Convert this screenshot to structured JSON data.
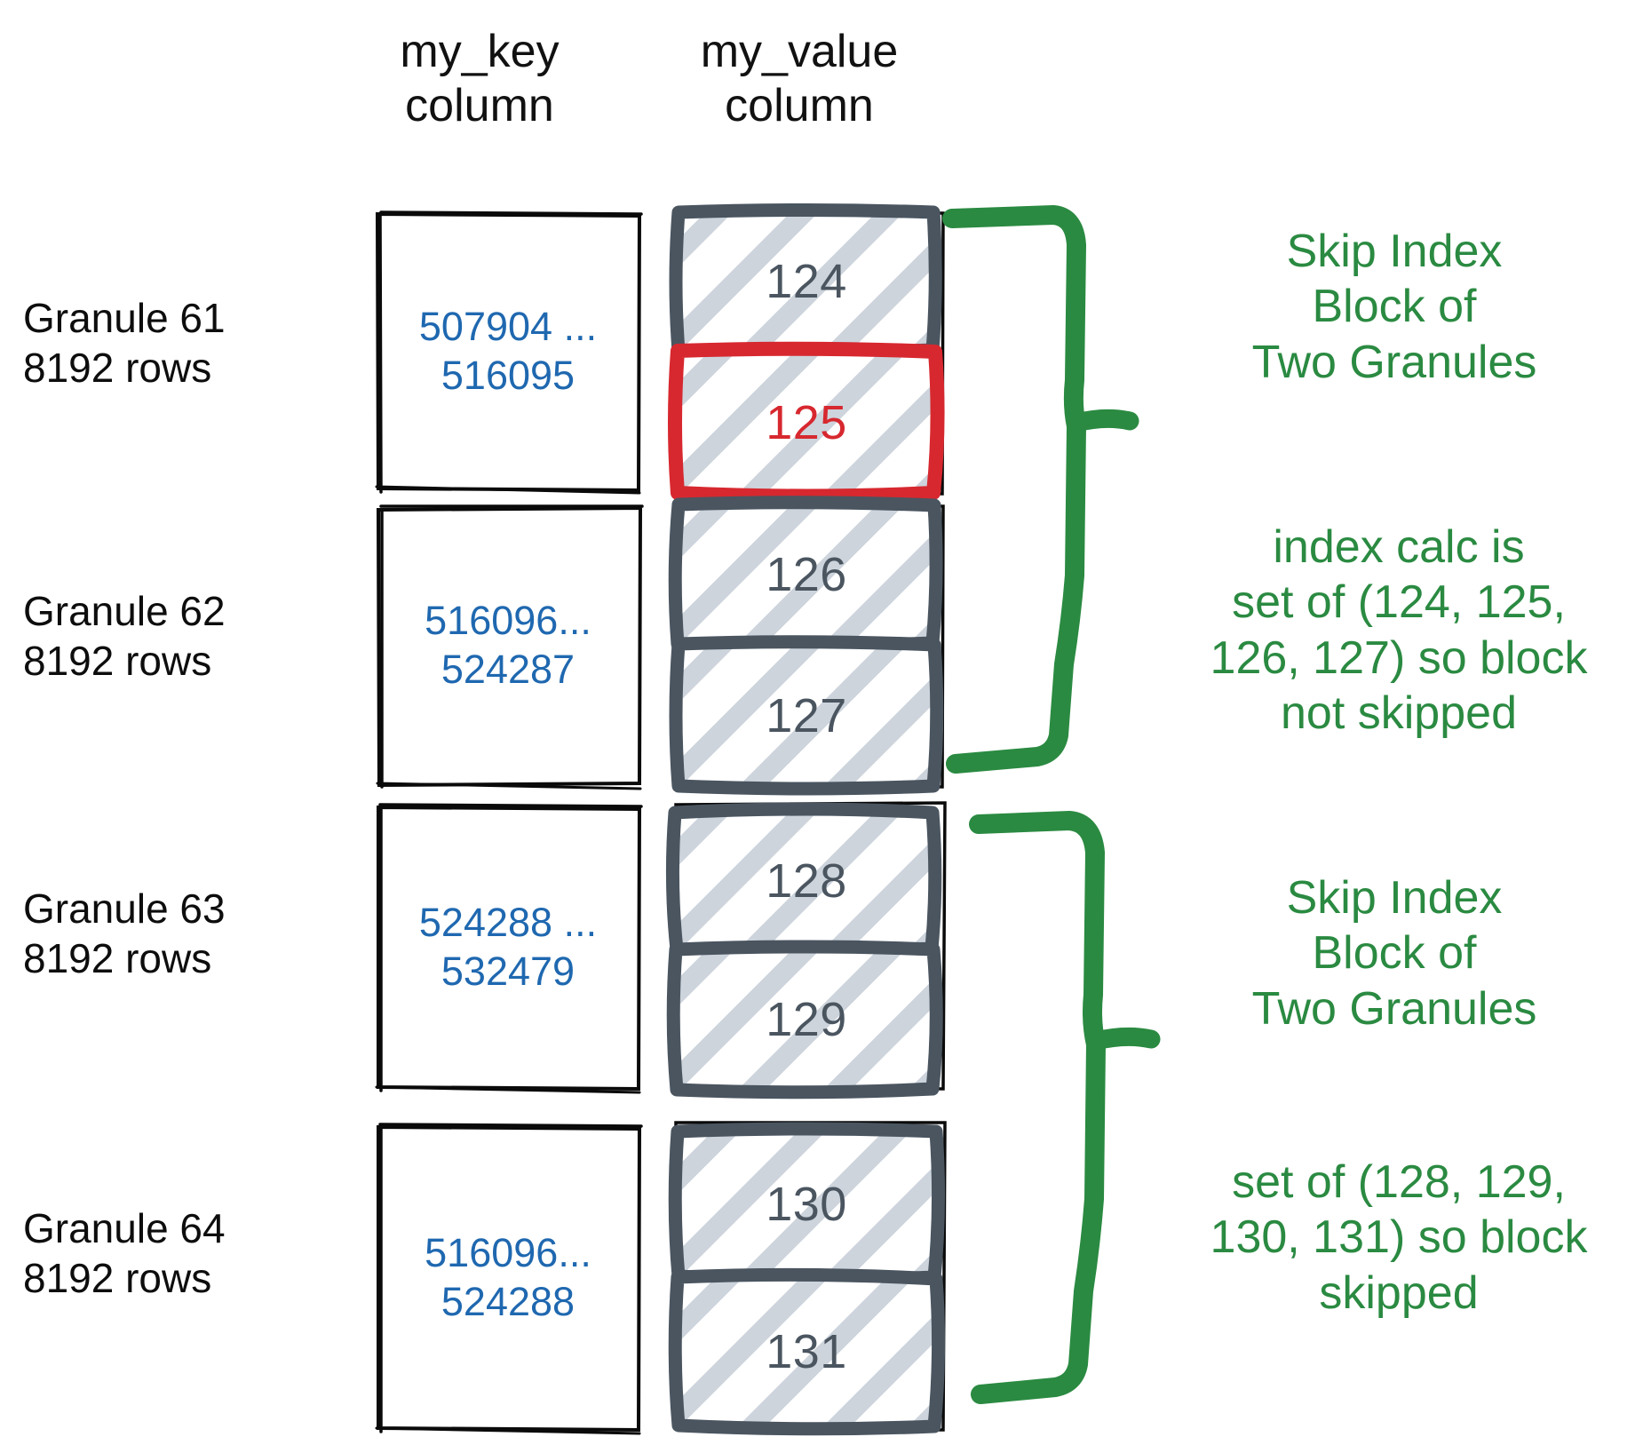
{
  "columns": {
    "key_header": "my_key\ncolumn",
    "value_header": "my_value\ncolumn"
  },
  "colors": {
    "key_text": "#1f68b0",
    "value_text": "#4a5560",
    "highlight": "#d7282f",
    "annotation": "#2a8a41",
    "box_border": "#4a5560",
    "hatch": "#c4ccd6"
  },
  "granules": [
    {
      "label": "Granule 61\n8192 rows",
      "key_range": "507904 ...\n516095",
      "values": [
        {
          "text": "124",
          "highlighted": false
        },
        {
          "text": "125",
          "highlighted": true
        }
      ]
    },
    {
      "label": "Granule 62\n8192 rows",
      "key_range": "516096...\n524287",
      "values": [
        {
          "text": "126",
          "highlighted": false
        },
        {
          "text": "127",
          "highlighted": false
        }
      ]
    },
    {
      "label": "Granule 63\n8192 rows",
      "key_range": "524288 ...\n532479",
      "values": [
        {
          "text": "128",
          "highlighted": false
        },
        {
          "text": "129",
          "highlighted": false
        }
      ]
    },
    {
      "label": "Granule 64\n8192 rows",
      "key_range": "516096...\n524288",
      "values": [
        {
          "text": "130",
          "highlighted": false
        },
        {
          "text": "131",
          "highlighted": false
        }
      ]
    }
  ],
  "annotations": [
    {
      "title": "Skip Index\nBlock of\nTwo Granules"
    },
    {
      "body": "index calc is\nset of (124, 125,\n126, 127) so block\nnot skipped"
    },
    {
      "title": "Skip Index\nBlock of\nTwo Granules"
    },
    {
      "body": "set of (128, 129,\n130, 131) so block\nskipped"
    }
  ]
}
